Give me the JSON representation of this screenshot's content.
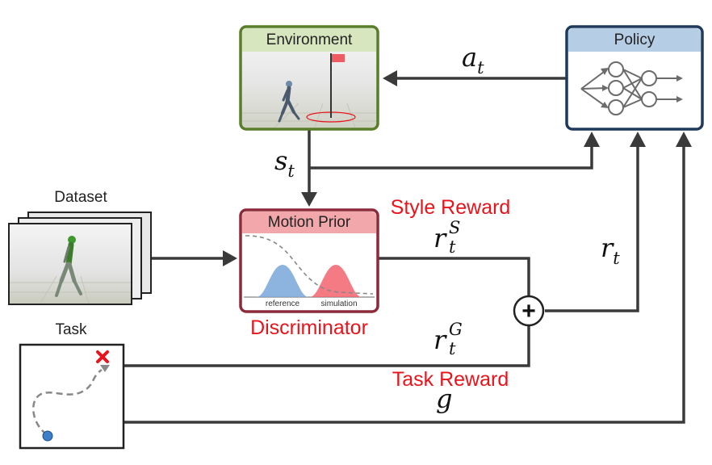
{
  "colors": {
    "environment_border": "#587e2a",
    "environment_header": "#d8e6c0",
    "policy_border": "#1f3a5a",
    "policy_header": "#b6cde6",
    "motion_prior_border": "#8c2a3a",
    "motion_prior_header": "#f2a7ab",
    "red_text": "#e8141c",
    "arrow": "#3a3a3a",
    "reference_dist": "#79a7d9",
    "simulation_dist": "#f2636f",
    "goal_marker": "#e8141c",
    "agent_dot": "#3c7fc8"
  },
  "environment": {
    "title": "Environment"
  },
  "policy": {
    "title": "Policy"
  },
  "motion_prior": {
    "title": "Motion Prior",
    "reference_label": "reference",
    "simulation_label": "simulation"
  },
  "labels": {
    "dataset": "Dataset",
    "task": "Task",
    "style_reward": "Style Reward",
    "task_reward": "Task Reward",
    "discriminator": "Discriminator"
  },
  "symbols": {
    "action": {
      "main": "a",
      "sub": "t"
    },
    "state": {
      "main": "s",
      "sub": "t"
    },
    "reward": {
      "main": "r",
      "sub": "t"
    },
    "style_reward": {
      "main": "r",
      "sub": "t",
      "sup": "S"
    },
    "task_reward": {
      "main": "r",
      "sub": "t",
      "sup": "G"
    },
    "goal": {
      "main": "g"
    },
    "sum": "+"
  }
}
